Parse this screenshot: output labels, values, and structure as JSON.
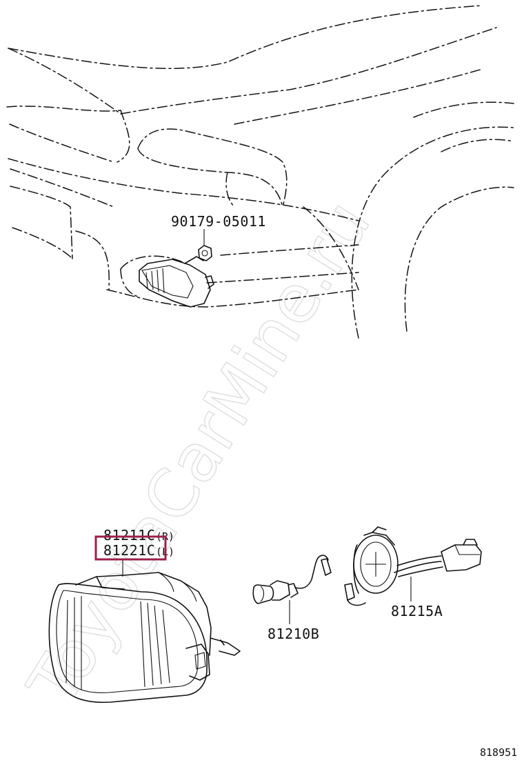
{
  "diagram": {
    "watermark": "ToyotaCarMine.ru",
    "highlight_color": "#9c1f4b",
    "parts": [
      {
        "id": "nut",
        "number": "90179-05011"
      },
      {
        "id": "fog-lamp-right",
        "number": "81211C",
        "suffix": "(R)"
      },
      {
        "id": "fog-lamp-left",
        "number": "81221C",
        "suffix": "(L)",
        "highlighted": true
      },
      {
        "id": "bulb",
        "number": "81210B"
      },
      {
        "id": "socket",
        "number": "81215A"
      }
    ],
    "diagram_code": "818951"
  }
}
